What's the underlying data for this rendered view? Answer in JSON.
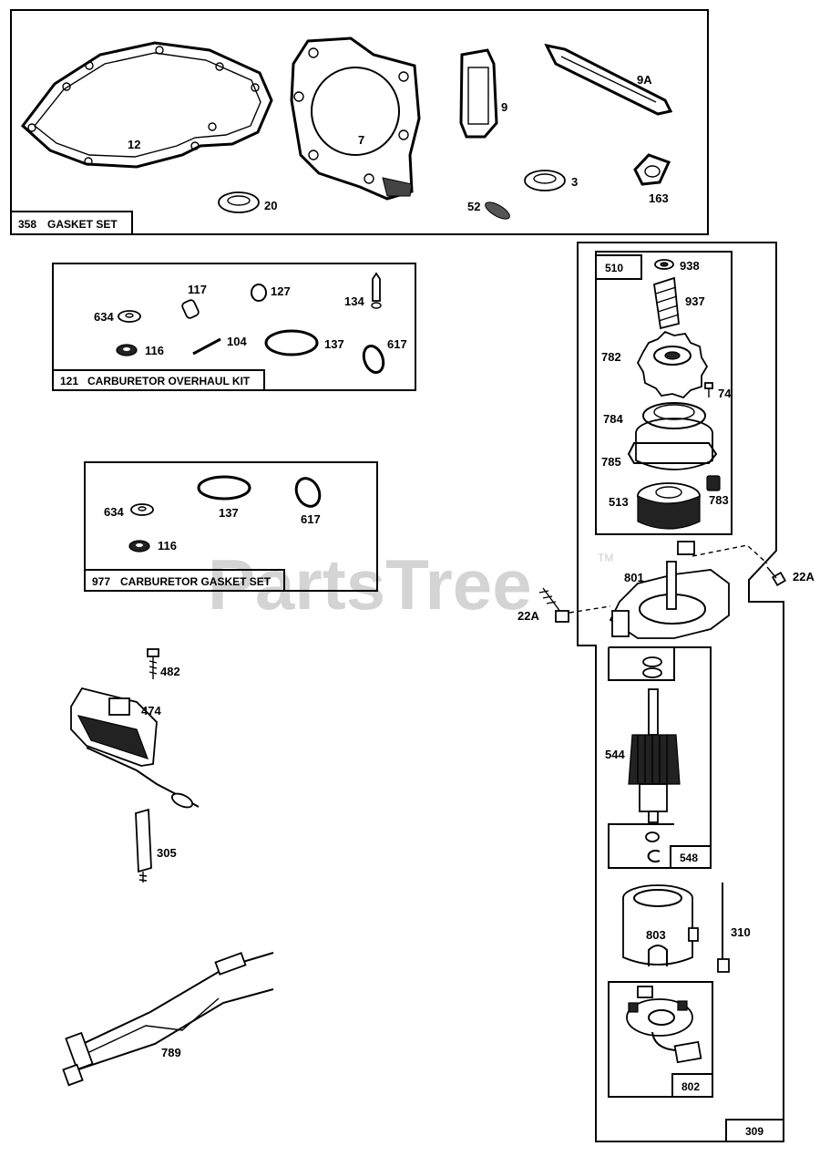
{
  "watermark": {
    "text": "PartsTree",
    "tm": "TM"
  },
  "kits": {
    "gasket_set": {
      "number": "358",
      "title": "GASKET SET"
    },
    "carb_overhaul": {
      "number": "121",
      "title": "CARBURETOR OVERHAUL KIT"
    },
    "carb_gasket": {
      "number": "977",
      "title": "CARBURETOR GASKET SET"
    },
    "starter_drive": {
      "number": "510"
    },
    "armature_kit": {
      "number": "548"
    },
    "starter_brush": {
      "number": "802"
    },
    "starter_motor": {
      "number": "309"
    }
  },
  "labels": {
    "p12": "12",
    "p7": "7",
    "p9": "9",
    "p9a": "9A",
    "p3": "3",
    "p163": "163",
    "p52": "52",
    "p20": "20",
    "p117": "117",
    "p127": "127",
    "p134": "134",
    "p634a": "634",
    "p116a": "116",
    "p104": "104",
    "p137a": "137",
    "p617a": "617",
    "p634b": "634",
    "p137b": "137",
    "p617b": "617",
    "p116b": "116",
    "p482": "482",
    "p474": "474",
    "p305": "305",
    "p789": "789",
    "p938": "938",
    "p937": "937",
    "p782": "782",
    "p74": "74",
    "p784": "784",
    "p785": "785",
    "p513": "513",
    "p783": "783",
    "p801": "801",
    "p22a_right": "22A",
    "p22a_left": "22A",
    "p544": "544",
    "p803": "803",
    "p310": "310"
  }
}
